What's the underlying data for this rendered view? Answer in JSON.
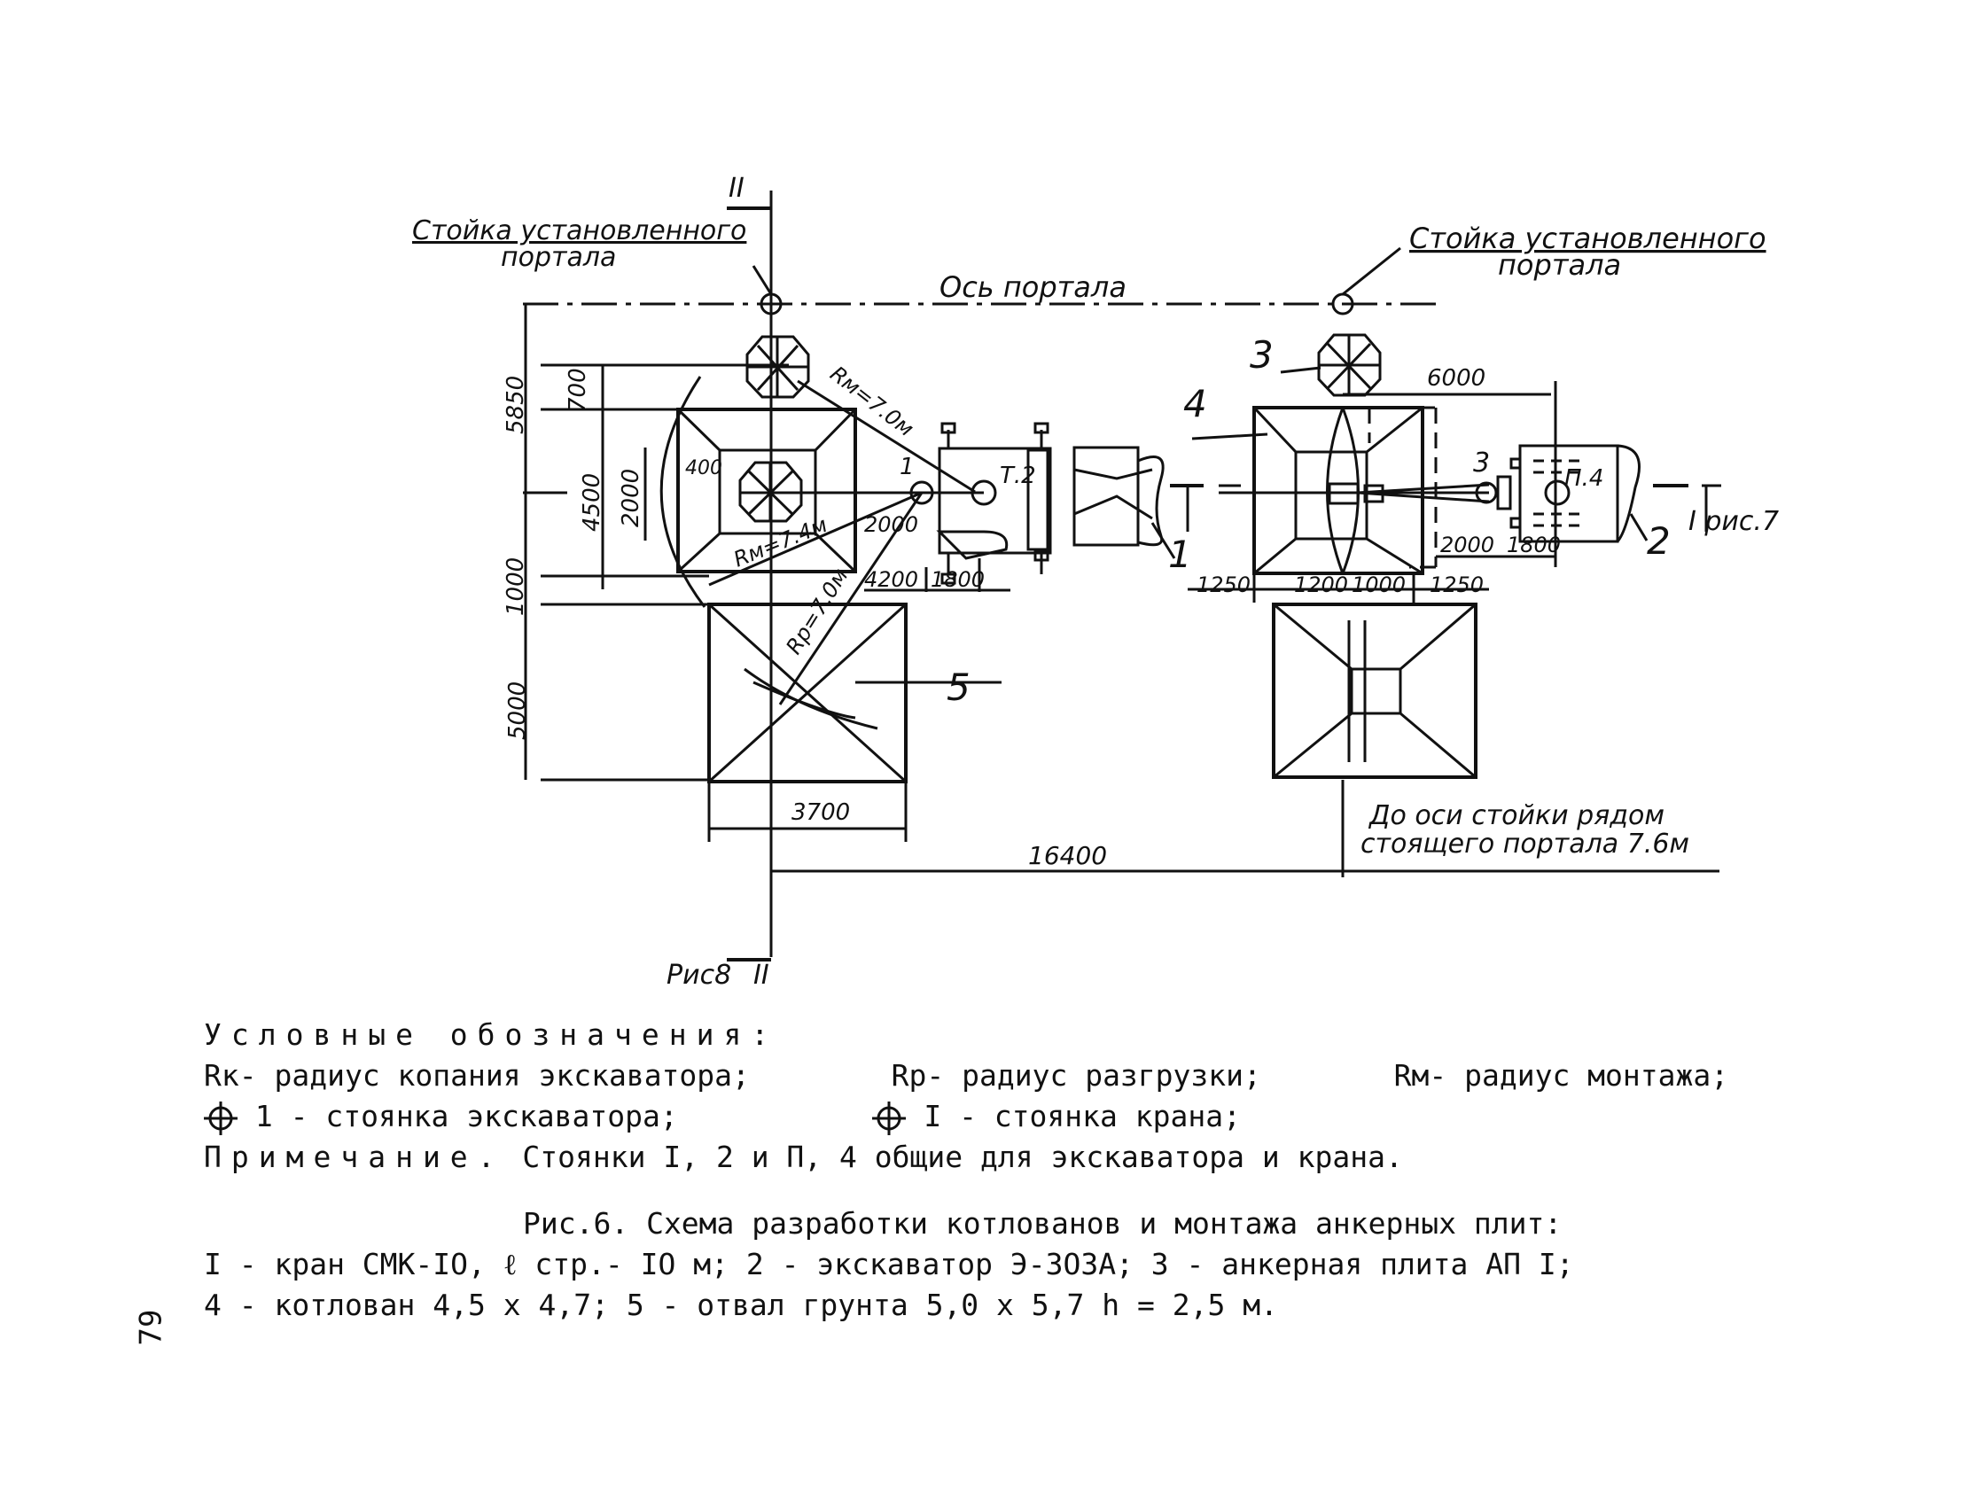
{
  "drawing": {
    "section_mark_top": "II",
    "section_mark_bottom": "II",
    "section_ref_bottom": "Рис8",
    "section_ref_right": "I рис.7",
    "portal_post_left": [
      "Стойка установленного",
      "портала"
    ],
    "portal_post_right": [
      "Стойка установленного",
      "портала"
    ],
    "portal_axis": "Ось портала",
    "radius_mount_1": "Rм=7.0м",
    "radius_mount_2": "Rм=7.4м",
    "radius_unload": "Rр=7.0м",
    "crane_stop": "Т.2",
    "stop_1": "1",
    "stop_3": "3",
    "stop_right": "П.4",
    "note_right": [
      "До оси стойки рядом",
      "стоящего портала 7.6м"
    ],
    "callouts": {
      "c1": "1",
      "c2": "2",
      "c3": "3",
      "c4": "4",
      "c5": "5"
    },
    "dims": {
      "d5850": "5850",
      "d700": "700",
      "d4500": "4500",
      "d2000v": "2000",
      "d1000": "1000",
      "d5000": "5000",
      "d400": "400",
      "d2000h": "2000",
      "d4200": "4200",
      "d1800": "1800",
      "d3700": "3700",
      "d16400": "16400",
      "d6000": "6000",
      "d2000r": "2000",
      "d1800r": "1800",
      "d1250a": "1250",
      "d1200": "1200",
      "d1000r": "1000",
      "d1250b": "1250"
    }
  },
  "legend": {
    "heading": "Условные обозначения:",
    "rk": "Rк- радиус копания экскаватора;",
    "rp": "Rр- радиус разгрузки;",
    "rm": "Rм- радиус монтажа;",
    "excavator_stop": "1 - стоянка экскаватора;",
    "crane_stop": "I - стоянка крана;",
    "note_label": "Примечание.",
    "note_text": "Стоянки I, 2 и П, 4  общие для экскаватора и крана."
  },
  "caption": {
    "title": "Рис.6. Схема разработки котлованов и монтажа анкерных плит:",
    "line1": "I - кран СМК-IO, ℓ стр.- IO м;  2 - экскаватор Э-3ОЗА;  3 - анкерная плита АП I;",
    "line2": "4 - котлован 4,5 x 4,7;  5 - отвал грунта 5,0 x 5,7  h = 2,5 м."
  },
  "page_number": "79"
}
